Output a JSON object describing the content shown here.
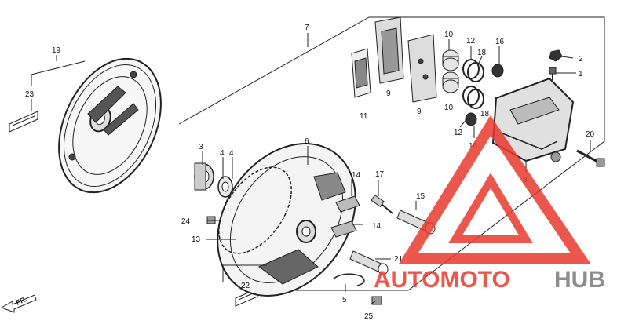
{
  "diagram": {
    "callouts": [
      {
        "id": "c1",
        "text": "1"
      },
      {
        "id": "c2",
        "text": "2"
      },
      {
        "id": "c3",
        "text": "3"
      },
      {
        "id": "c4a",
        "text": "4"
      },
      {
        "id": "c4b",
        "text": "4"
      },
      {
        "id": "c5",
        "text": "5"
      },
      {
        "id": "c6",
        "text": "6"
      },
      {
        "id": "c7",
        "text": "7"
      },
      {
        "id": "c8",
        "text": "8"
      },
      {
        "id": "c9a",
        "text": "9"
      },
      {
        "id": "c9b",
        "text": "9"
      },
      {
        "id": "c10a",
        "text": "10"
      },
      {
        "id": "c10b",
        "text": "10"
      },
      {
        "id": "c11",
        "text": "11"
      },
      {
        "id": "c12a",
        "text": "12"
      },
      {
        "id": "c12b",
        "text": "12"
      },
      {
        "id": "c13",
        "text": "13"
      },
      {
        "id": "c14a",
        "text": "14"
      },
      {
        "id": "c14b",
        "text": "14"
      },
      {
        "id": "c15",
        "text": "15"
      },
      {
        "id": "c16a",
        "text": "16"
      },
      {
        "id": "c16b",
        "text": "16"
      },
      {
        "id": "c17",
        "text": "17"
      },
      {
        "id": "c18a",
        "text": "18"
      },
      {
        "id": "c18b",
        "text": "18"
      },
      {
        "id": "c19",
        "text": "19"
      },
      {
        "id": "c20",
        "text": "20"
      },
      {
        "id": "c21",
        "text": "21"
      },
      {
        "id": "c22",
        "text": "22"
      },
      {
        "id": "c23",
        "text": "23"
      },
      {
        "id": "c24",
        "text": "24"
      },
      {
        "id": "c25",
        "text": "25"
      }
    ],
    "front_arrow_label": "FR."
  },
  "watermark": {
    "brand_part_1": "AUTOMOTO",
    "brand_part_2": "HUB",
    "color_primary": "#e8392f",
    "color_secondary": "#7a7a7a"
  }
}
